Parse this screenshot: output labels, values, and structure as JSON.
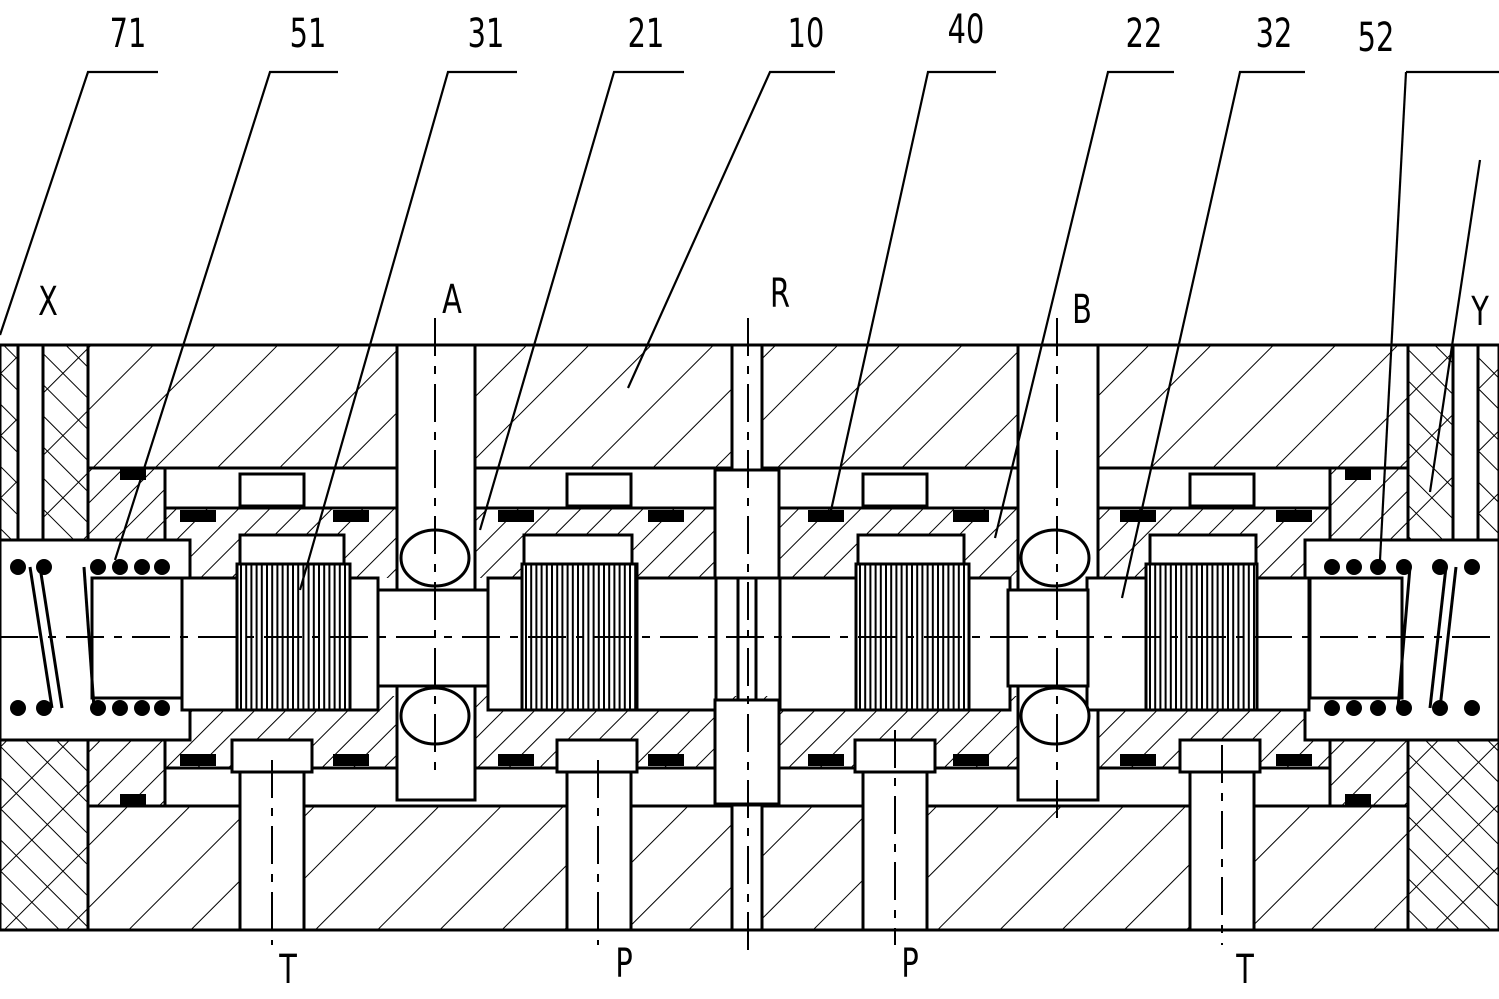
{
  "diagram": {
    "colors": {
      "stroke": "#000000",
      "background": "#ffffff"
    },
    "callouts": [
      "71",
      "51",
      "31",
      "21",
      "10",
      "40",
      "22",
      "32",
      "52"
    ],
    "ports": {
      "X": "X",
      "A": "A",
      "R": "R",
      "B": "B",
      "Y": "Y",
      "T_left": "T",
      "P_left": "P",
      "P_right": "P",
      "T_right": "T"
    }
  }
}
